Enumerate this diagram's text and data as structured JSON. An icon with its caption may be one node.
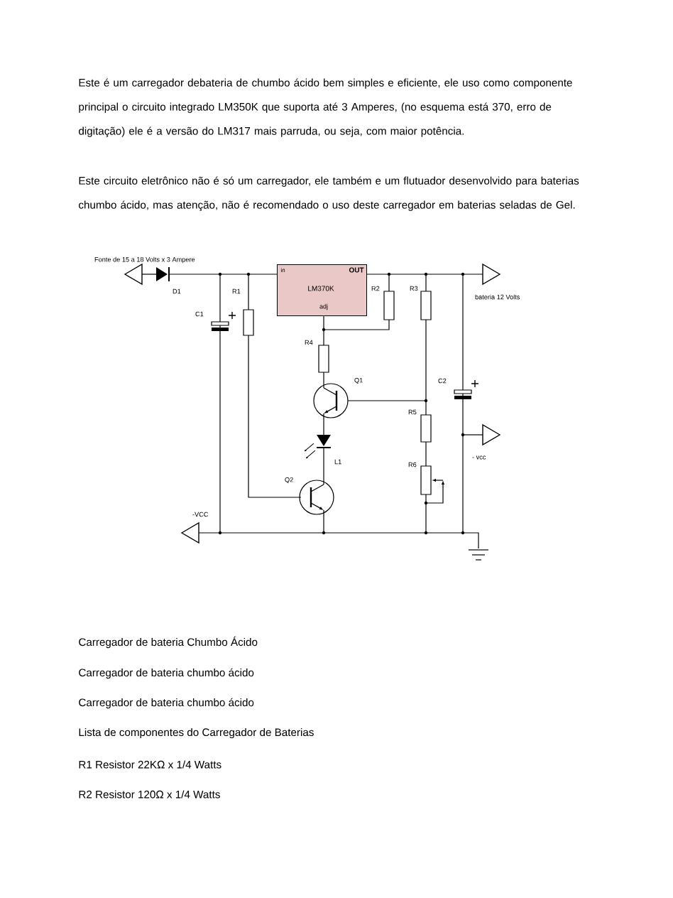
{
  "diagram": {
    "nodes": [
      {
        "text": [
          "in",
          "OUT",
          "LM370K",
          "adj"
        ]
      }
    ],
    "labels": [
      "Este é um carregador debateria de chumbo ácido bem simples e eficiente, ele uso como componente principal o circuito integrado LM350K que suporta até 3 Amperes, (no esquema está 370, erro de digitação) ele é a versão do LM317 mais parruda, ou seja, com maior potência.",
      "Este circuito eletrônico não é só um carregador, ele também e um flutuador desenvolvido para baterias chumbo ácido, mas atenção, não é recomendado o uso deste carregador em baterias seladas de Gel.",
      "Fonte de 15 a 18 Volts x 3 Ampere",
      "D1",
      "C1",
      "R1",
      "R2",
      "R3",
      "bateria 12 Volts",
      "R4",
      "Q1",
      "C2",
      "R5",
      "L1",
      "Q2",
      "R6",
      "- vcc",
      "-VCC",
      "Carregador de bateria Chumbo Ácido",
      "Carregador de bateria chumbo ácido",
      "Carregador de bateria chumbo ácido",
      "Lista de componentes do Carregador de Baterias",
      "R1 Resistor 22KΩ x 1/4 Watts",
      "R2 Resistor 120Ω x 1/4 Watts"
    ]
  }
}
